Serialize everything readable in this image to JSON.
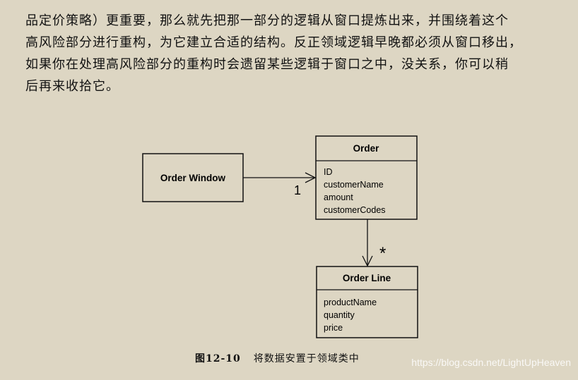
{
  "paragraph": {
    "lines": [
      "品定价策略）更重要，那么就先把那一部分的逻辑从窗口提炼出来，并围绕着这个",
      "高风险部分进行重构，为它建立合适的结构。反正领域逻辑早晚都必须从窗口移出，",
      "如果你在处理高风险部分的重构时会遗留某些逻辑于窗口之中，没关系，你可以稍",
      "后再来收拾它。"
    ]
  },
  "diagram": {
    "order_window": {
      "title": "Order Window"
    },
    "order": {
      "title": "Order",
      "attributes": [
        "ID",
        "customerName",
        "amount",
        "customerCodes"
      ]
    },
    "order_line": {
      "title": "Order Line",
      "attributes": [
        "productName",
        "quantity",
        "price"
      ]
    },
    "association_window_order": {
      "multiplicity": "1"
    },
    "association_order_line": {
      "multiplicity": "*"
    }
  },
  "caption": {
    "number": "图12-10",
    "text": "将数据安置于领域类中"
  },
  "watermark": "https://blog.csdn.net/LightUpHeaven"
}
